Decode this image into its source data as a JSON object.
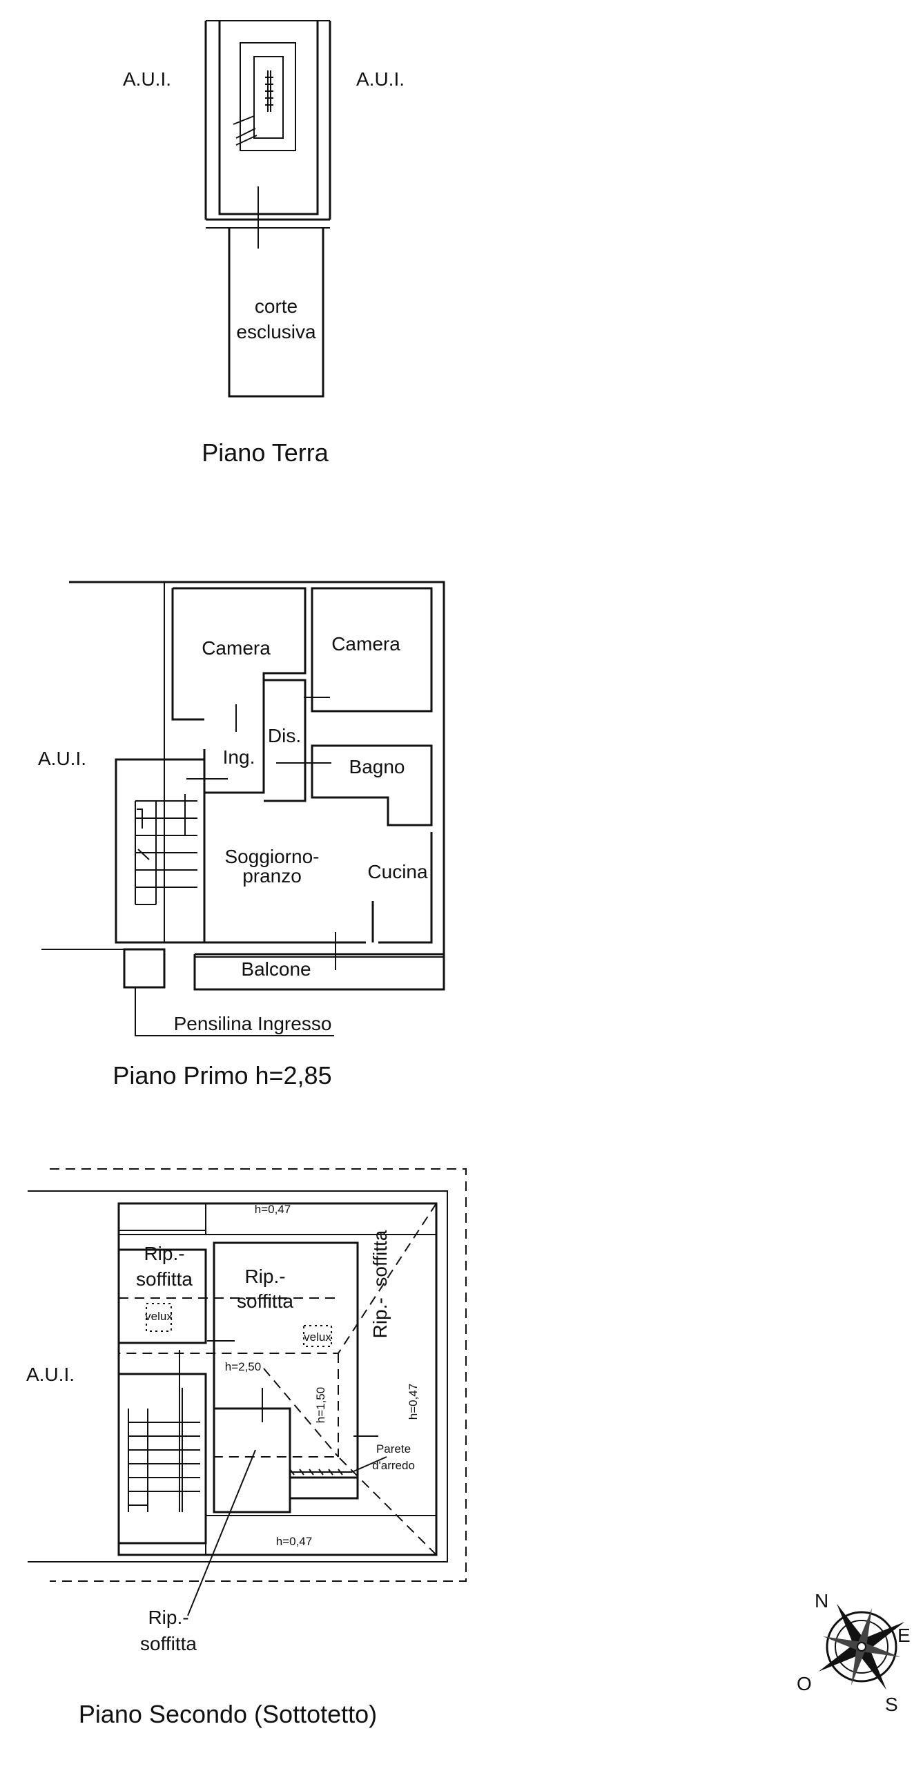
{
  "labels": {
    "aui": "A.U.I.",
    "corte_line1": "corte",
    "corte_line2": "esclusiva",
    "camera": "Camera",
    "dis": "Dis.",
    "ing": "Ing.",
    "bagno": "Bagno",
    "soggiorno_line1": "Soggiorno-",
    "soggiorno_line2": "pranzo",
    "cucina": "Cucina",
    "balcone": "Balcone",
    "pensilina": "Pensilina Ingresso",
    "rip": "Rip.-",
    "soffitta": "soffitta",
    "rip_vertical": "Rip.-  soffitta",
    "h047": "h=0,47",
    "h250": "h=2,50",
    "h150": "h=1,50",
    "velux": "velux",
    "parete_line1": "Parete",
    "parete_line2": "d'arredo"
  },
  "floors": {
    "ground": "Piano Terra",
    "first": "Piano Primo  h=2,85",
    "second": "Piano Secondo (Sottotetto)"
  },
  "compass": {
    "n": "N",
    "e": "E",
    "s": "S",
    "o": "O"
  }
}
